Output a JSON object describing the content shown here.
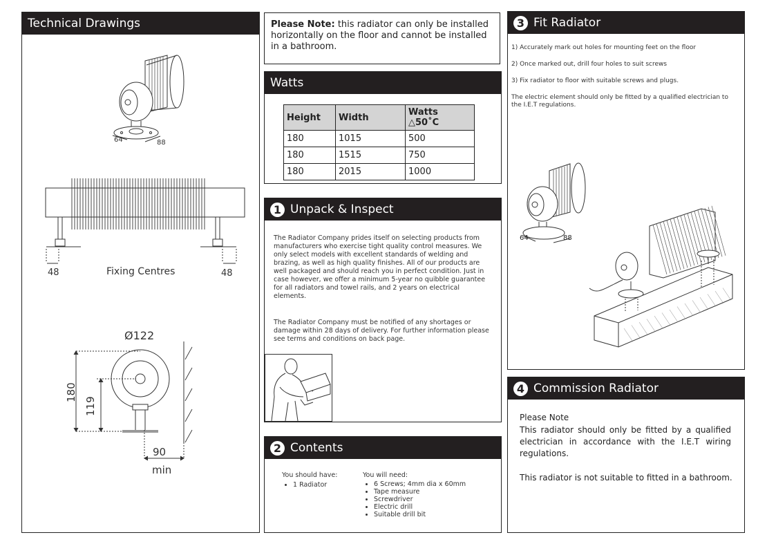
{
  "technical": {
    "title": "Technical Drawings",
    "foot_dims": [
      "64",
      "88"
    ],
    "fixing_left": "48",
    "fixing_label": "Fixing Centres",
    "fixing_right": "48",
    "diameter": "Ø122",
    "height_total": "180",
    "height_center": "119",
    "wall_gap": "90",
    "wall_gap_unit": "min"
  },
  "note": {
    "bold": "Please Note:",
    "text": " this radiator can only be installed horizontally on the floor and cannot be installed in a bathroom."
  },
  "watts": {
    "title": "Watts",
    "headers": [
      "Height",
      "Width",
      "Watts △50˚C"
    ],
    "rows": [
      [
        "180",
        "1015",
        "500"
      ],
      [
        "180",
        "1515",
        "750"
      ],
      [
        "180",
        "2015",
        "1000"
      ]
    ]
  },
  "unpack": {
    "num": "1",
    "title": "Unpack & Inspect",
    "para1": "The Radiator Company prides itself on selecting products from manufacturers who exercise tight quality control measures. We only select models with excellent standards of welding and brazing, as well as high quality finishes. All of our products are well packaged and should reach you in perfect condition. Just in case however, we offer a minimum 5-year no quibble guarantee for all radiators and towel rails, and 2 years on electrical elements.",
    "para2": "The Radiator Company must be notified of any shortages or damage within 28 days of delivery. For further information please see terms and conditions on back page."
  },
  "contents": {
    "num": "2",
    "title": "Contents",
    "have_label": "You should have:",
    "have_items": [
      "1 Radiator"
    ],
    "need_label": "You will need:",
    "need_items": [
      "6 Screws; 4mm dia x 60mm",
      "Tape measure",
      "Screwdriver",
      "Electric drill",
      "Suitable drill bit"
    ]
  },
  "fit": {
    "num": "3",
    "title": "Fit Radiator",
    "steps": [
      "1) Accurately mark out holes for mounting feet on the floor",
      "2) Once marked out, drill four holes to suit screws",
      "3) Fix radiator to floor with suitable screws and plugs."
    ],
    "note": "The electric element should only be fitted by a qualified electrician to the I.E.T regulations.",
    "foot_dims": [
      "64",
      "88"
    ]
  },
  "commission": {
    "num": "4",
    "title": "Commission Radiator",
    "note_label": "Please Note",
    "text1": "This radiator should only be fitted by a qualified electrician in accordance with the I.E.T wiring regulations.",
    "text2": "This radiator is not suitable to fitted in a bathroom."
  }
}
